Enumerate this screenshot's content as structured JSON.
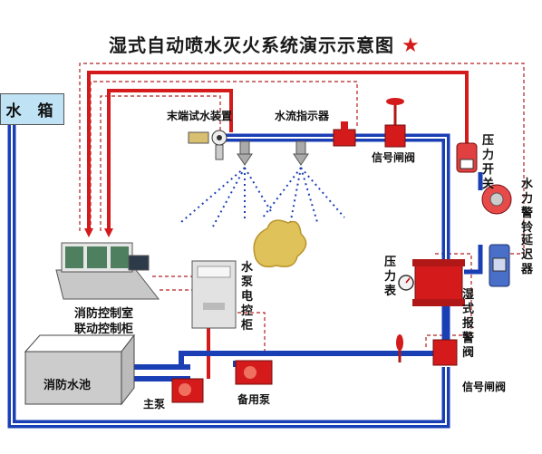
{
  "title": "湿式自动喷水灭火系统演示示意图",
  "title_star": "★",
  "labels": {
    "water_tank": "水 箱",
    "end_test_device": "末端试水装置",
    "flow_indicator": "水流指示器",
    "signal_valve_top": "信号闸阀",
    "pressure_switch": "压力开关",
    "water_alarm_bell": "水力警铃",
    "retarder": "延迟器",
    "pressure_gauge": "压力表",
    "wet_alarm_valve": "湿式报警阀",
    "signal_valve_bottom": "信号闸阀",
    "pump_control_cabinet": "水泵电控柜",
    "control_room_line1": "消防控制室",
    "control_room_line2": "联动控制柜",
    "fire_pool": "消防水池",
    "main_pump": "主泵",
    "standby_pump": "备用泵"
  },
  "colors": {
    "pipe_blue": "#1a3fb5",
    "pipe_red": "#d41a1a",
    "signal_line": "#b02020",
    "spray": "#1a3fb5",
    "fire": "#e0c25a",
    "tank_fill": "#bfe3f4"
  }
}
